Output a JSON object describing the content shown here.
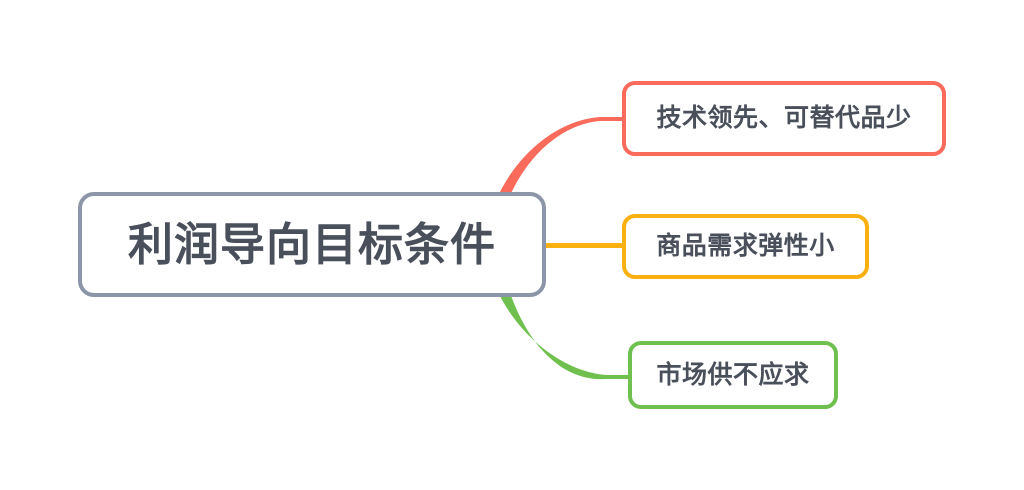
{
  "diagram": {
    "type": "mind-map",
    "background_color": "#ffffff",
    "text_color": "#4a4f5c",
    "root": {
      "label": "利润导向目标条件",
      "border_color": "#8d96a8"
    },
    "branches": [
      {
        "label": "技术领先、可替代品少",
        "color": "#fa6b5c",
        "connector": "curve-up"
      },
      {
        "label": "商品需求弹性小",
        "color": "#fbb012",
        "connector": "straight"
      },
      {
        "label": "市场供不应求",
        "color": "#6fc04e",
        "connector": "curve-down"
      }
    ]
  }
}
